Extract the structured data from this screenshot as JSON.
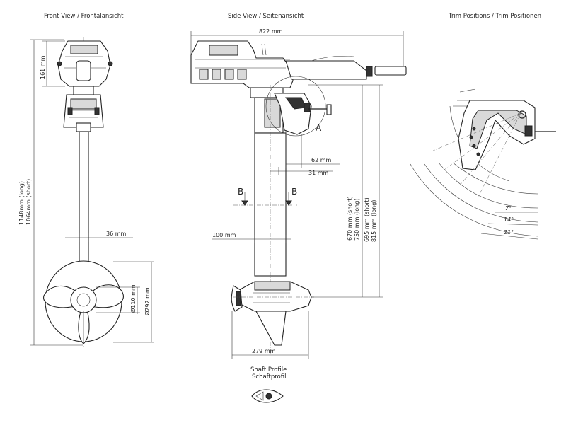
{
  "views": {
    "front": "Front View / Frontalansicht",
    "side": "Side View / Seitenansicht",
    "trim": "Trim Positions / Trim Positionen",
    "profile_line1": "Shaft Profile",
    "profile_line2": "Schaftprofil"
  },
  "dimensions": {
    "head_height": "161 mm",
    "total_long": "1148mm (long)",
    "total_short": "1064mm (short)",
    "shaft_width": "36 mm",
    "prop_hub": "Ø110 mm",
    "prop_diameter": "Ø292 mm",
    "overall_length": "822 mm",
    "bracket_62": "62 mm",
    "bracket_31": "31 mm",
    "shaft_100": "100 mm",
    "depth_670_750_short": "670 mm (short)",
    "depth_670_750_long": "750 mm (long)",
    "depth_695_815_short": "695 mm (short)",
    "depth_695_815_long": "815 mm (long)",
    "pod_length": "279 mm"
  },
  "markers": {
    "detail": "A",
    "section_left": "B",
    "section_right": "B"
  },
  "trim_angles": [
    "7°",
    "14°",
    "21°"
  ]
}
